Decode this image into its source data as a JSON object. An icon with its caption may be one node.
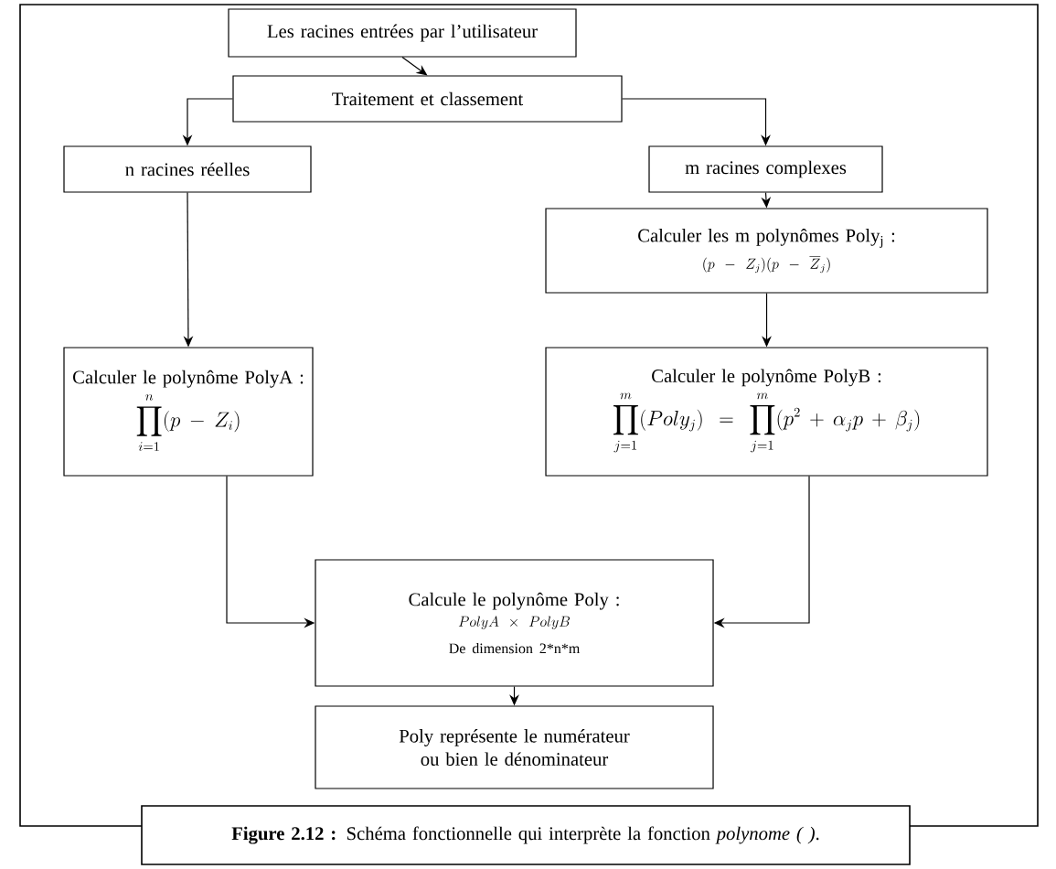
{
  "diagram": {
    "caption": "**Figure 2.12 :** Schéma fonctionnelle qui interprète la fonction *polynome ( )*.",
    "nodes": [
      {
        "text": [
          "Les racines entrées par l’utilisateur"
        ]
      },
      {
        "text": [
          "Traitement et classement"
        ]
      },
      {
        "text": [
          "n racines réelles"
        ]
      },
      {
        "text": [
          "m racines complexes"
        ]
      },
      {
        "text": [
          "Calculer les m polynômes Poly$_{j}$ :",
          "(p-Z_j)(p-\\overline{Z}_j)"
        ]
      },
      {
        "text": [
          "Calculer le polynôme PolyA :",
          "\\prod_{i=1}^{n}(p-Z_i)"
        ]
      },
      {
        "text": [
          "Calculer le polynôme PolyB :",
          "\\prod_{j=1}^{m}(Poly_j)=\\prod_{j=1}^{m}(p^2+\\alpha_j p+\\beta_j)"
        ]
      },
      {
        "text": [
          "Calcule le polynôme Poly :",
          "PolyA\\times PolyB",
          "De dimension 2*n*m"
        ]
      },
      {
        "text": [
          "Poly représente le numérateur ou bien le dénominateur"
        ]
      }
    ],
    "edges": [
      {
        "from": 0,
        "to": 1,
        "arrow": "to"
      },
      {
        "from": 1,
        "to": 2,
        "arrow": "to"
      },
      {
        "from": 1,
        "to": 3,
        "arrow": "to"
      },
      {
        "from": 2,
        "to": 5,
        "arrow": "to"
      },
      {
        "from": 3,
        "to": 4,
        "arrow": "to"
      },
      {
        "from": 4,
        "to": 6,
        "arrow": "to"
      },
      {
        "from": 5,
        "to": 7,
        "arrow": "to"
      },
      {
        "from": 6,
        "to": 7,
        "arrow": "to"
      },
      {
        "from": 7,
        "to": 8,
        "arrow": "to"
      }
    ]
  }
}
